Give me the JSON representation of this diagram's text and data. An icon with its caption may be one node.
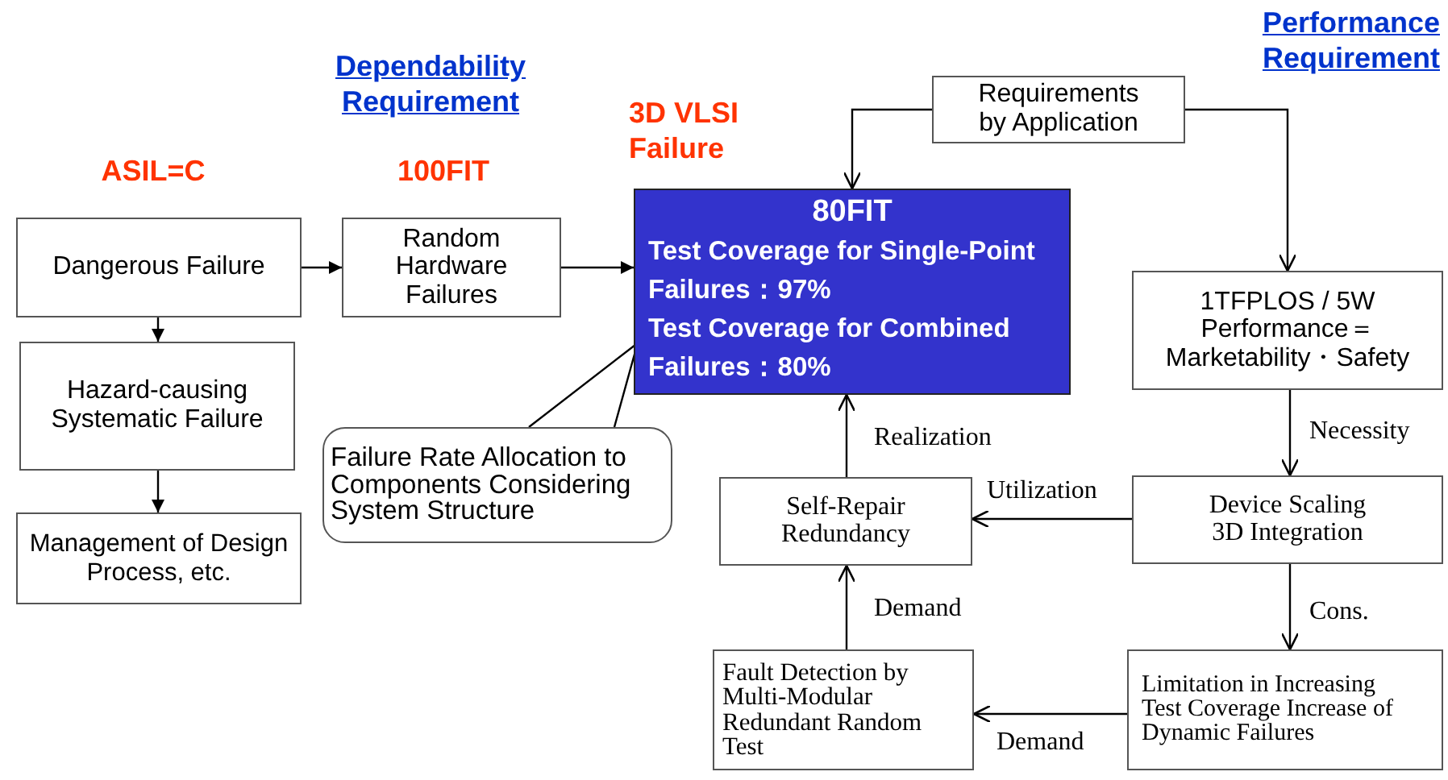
{
  "diagram": {
    "nodes": [
      {
        "text": [
          "Dangerous Failure"
        ]
      },
      {
        "text": [
          "Random Hardware Failures"
        ]
      },
      {
        "text": [
          "80FIT",
          "Test Coverage for Single-Point Failures：97%",
          "Test Coverage for Combined Failures：80%"
        ]
      },
      {
        "text": [
          "Hazard-causing Systematic Failure"
        ]
      },
      {
        "text": [
          "Management of Design Process, etc."
        ]
      },
      {
        "text": [
          "Failure Rate Allocation to Components Considering System Structure"
        ]
      },
      {
        "text": [
          "Requirements by Application"
        ]
      },
      {
        "text": [
          "1TFPLOS / 5W Performance＝ Marketability・Safety"
        ]
      },
      {
        "text": [
          "Device Scaling 3D Integration"
        ]
      },
      {
        "text": [
          "Self-Repair Redundancy"
        ]
      },
      {
        "text": [
          "Limitation in Increasing Test Coverage Increase of Dynamic Failures"
        ]
      },
      {
        "text": [
          "Fault Detection by Multi-Modular Redundant Random Test"
        ]
      }
    ],
    "edges": [
      {
        "from": 0,
        "to": 1,
        "arrow": "to"
      },
      {
        "from": 1,
        "to": 2,
        "arrow": "to"
      },
      {
        "from": 0,
        "to": 3,
        "arrow": "to"
      },
      {
        "from": 3,
        "to": 4,
        "arrow": "to"
      },
      {
        "from": 5,
        "to": 2,
        "arrow": "none"
      },
      {
        "from": 6,
        "to": 2,
        "arrow": "to"
      },
      {
        "from": 6,
        "to": 7,
        "arrow": "to"
      },
      {
        "from": 7,
        "to": 8,
        "arrow": "to",
        "label": "Necessity"
      },
      {
        "from": 8,
        "to": 9,
        "arrow": "to",
        "label": "Utilization"
      },
      {
        "from": 8,
        "to": 10,
        "arrow": "to",
        "label": "Cons."
      },
      {
        "from": 10,
        "to": 11,
        "arrow": "to",
        "label": "Demand"
      },
      {
        "from": 11,
        "to": 9,
        "arrow": "to",
        "label": "Demand"
      },
      {
        "from": 9,
        "to": 2,
        "arrow": "to",
        "label": "Realization"
      }
    ],
    "labels": [
      "Performance Requirement",
      "Dependability Requirement",
      "3D VLSI Failure",
      "ASIL=C",
      "100FIT"
    ]
  }
}
